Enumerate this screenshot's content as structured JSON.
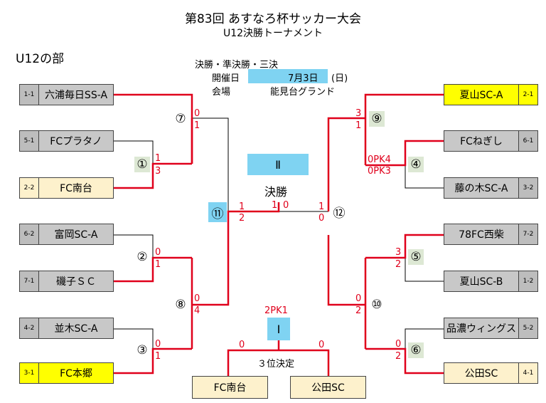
{
  "header": {
    "title": "第83回 あすなろ杯サッカー大会",
    "subtitle": "U12決勝トーナメント",
    "section": "U12の部"
  },
  "info": {
    "rounds": "決勝・準決勝・三決",
    "date_label": "開催日",
    "date_value": "7月3日",
    "date_day": "(日)",
    "venue_label": "会場",
    "venue_value": "能見台グランド"
  },
  "teams_left": [
    {
      "seed": "1-1",
      "name": "六浦毎日SS-A"
    },
    {
      "seed": "5-1",
      "name": "FCプラタノ"
    },
    {
      "seed": "2-2",
      "name": "FC南台"
    },
    {
      "seed": "6-2",
      "name": "富岡SC-A"
    },
    {
      "seed": "7-1",
      "name": "磯子ＳＣ"
    },
    {
      "seed": "4-2",
      "name": "並木SC-A"
    },
    {
      "seed": "3-1",
      "name": "FC本郷"
    }
  ],
  "teams_right": [
    {
      "seed": "2-1",
      "name": "夏山SC-A"
    },
    {
      "seed": "6-1",
      "name": "FCねぎし"
    },
    {
      "seed": "3-2",
      "name": "藤の木SC-A"
    },
    {
      "seed": "7-2",
      "name": "78FC西柴"
    },
    {
      "seed": "1-2",
      "name": "夏山SC-B"
    },
    {
      "seed": "5-2",
      "name": "品濃ウィングス"
    },
    {
      "seed": "4-1",
      "name": "公田SC"
    }
  ],
  "match_numbers": {
    "m1": "①",
    "m2": "②",
    "m3": "③",
    "m4": "④",
    "m5": "⑤",
    "m6": "⑥",
    "m7": "⑦",
    "m8": "⑧",
    "m9": "⑨",
    "m10": "⑩",
    "m11": "⑪",
    "m12": "⑫"
  },
  "scores": {
    "m1_top": "1",
    "m1_bot": "3",
    "m2_top": "0",
    "m2_bot": "1",
    "m3_top": "0",
    "m3_bot": "1",
    "m7_top": "0",
    "m7_bot": "1",
    "m8_top": "0",
    "m8_bot": "4",
    "m4_top": "0PK4",
    "m4_bot": "0PK3",
    "m5_top": "3",
    "m5_bot": "2",
    "m6_top": "0",
    "m6_bot": "2",
    "m9_top": "3",
    "m9_bot": "1",
    "m10_top": "0",
    "m10_bot": "2",
    "m11_top": "1",
    "m11_bot": "2",
    "m12_top": "1",
    "m12_bot": "0",
    "final_left": "1",
    "final_right": "0",
    "third_pk": "2PK1",
    "third_left": "0",
    "third_right": "0"
  },
  "final": {
    "roman": "Ⅱ",
    "label": "決勝"
  },
  "third": {
    "roman": "Ⅰ",
    "label": "３位決定",
    "left": "FC南台",
    "right": "公田SC"
  }
}
